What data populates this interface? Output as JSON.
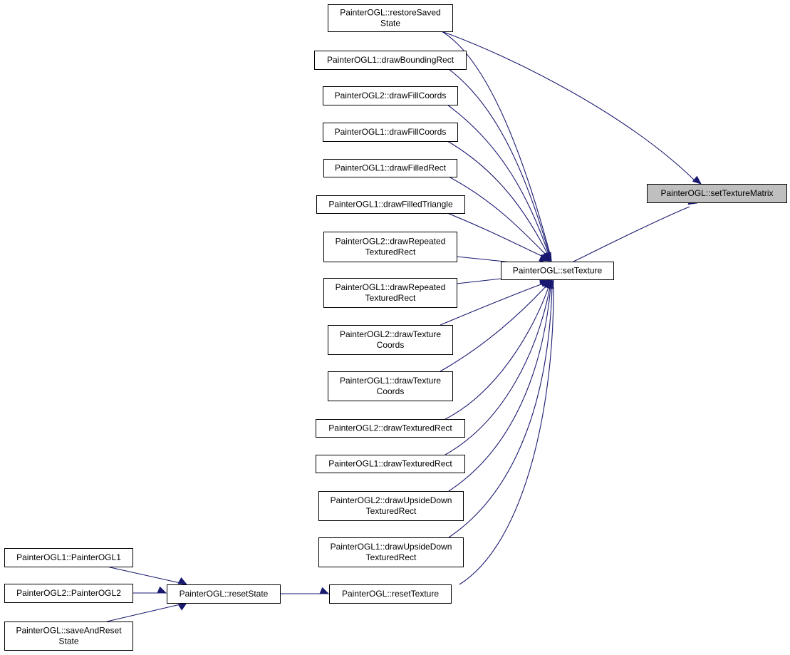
{
  "colors": {
    "edge": "#191970",
    "node_border": "#000000",
    "highlight_fill": "#bfbfbf",
    "background": "#ffffff"
  },
  "nodes": {
    "setTextureMatrix": {
      "lines": [
        "PainterOGL::setTextureMatrix"
      ],
      "highlight": true
    },
    "setTexture": {
      "lines": [
        "PainterOGL::setTexture"
      ]
    },
    "restoreSavedState": {
      "lines": [
        "PainterOGL::restoreSaved",
        "State"
      ]
    },
    "ogl1DrawBoundingRect": {
      "lines": [
        "PainterOGL1::drawBoundingRect"
      ]
    },
    "ogl2DrawFillCoords": {
      "lines": [
        "PainterOGL2::drawFillCoords"
      ]
    },
    "ogl1DrawFillCoords": {
      "lines": [
        "PainterOGL1::drawFillCoords"
      ]
    },
    "ogl1DrawFilledRect": {
      "lines": [
        "PainterOGL1::drawFilledRect"
      ]
    },
    "ogl1DrawFilledTriangle": {
      "lines": [
        "PainterOGL1::drawFilledTriangle"
      ]
    },
    "ogl2DrawRepeatedTexturedRect": {
      "lines": [
        "PainterOGL2::drawRepeated",
        "TexturedRect"
      ]
    },
    "ogl1DrawRepeatedTexturedRect": {
      "lines": [
        "PainterOGL1::drawRepeated",
        "TexturedRect"
      ]
    },
    "ogl2DrawTextureCoords": {
      "lines": [
        "PainterOGL2::drawTexture",
        "Coords"
      ]
    },
    "ogl1DrawTextureCoords": {
      "lines": [
        "PainterOGL1::drawTexture",
        "Coords"
      ]
    },
    "ogl2DrawTexturedRect": {
      "lines": [
        "PainterOGL2::drawTexturedRect"
      ]
    },
    "ogl1DrawTexturedRect": {
      "lines": [
        "PainterOGL1::drawTexturedRect"
      ]
    },
    "ogl2DrawUpsideDownTexturedRect": {
      "lines": [
        "PainterOGL2::drawUpsideDown",
        "TexturedRect"
      ]
    },
    "ogl1DrawUpsideDownTexturedRect": {
      "lines": [
        "PainterOGL1::drawUpsideDown",
        "TexturedRect"
      ]
    },
    "resetTexture": {
      "lines": [
        "PainterOGL::resetTexture"
      ]
    },
    "resetState": {
      "lines": [
        "PainterOGL::resetState"
      ]
    },
    "ogl1Ctor": {
      "lines": [
        "PainterOGL1::PainterOGL1"
      ]
    },
    "ogl2Ctor": {
      "lines": [
        "PainterOGL2::PainterOGL2"
      ]
    },
    "saveAndResetState": {
      "lines": [
        "PainterOGL::saveAndReset",
        "State"
      ]
    }
  },
  "edges": [
    {
      "from": "restoreSavedState",
      "to": "setTextureMatrix"
    },
    {
      "from": "setTexture",
      "to": "setTextureMatrix"
    },
    {
      "from": "restoreSavedState",
      "to": "setTexture"
    },
    {
      "from": "ogl1DrawBoundingRect",
      "to": "setTexture"
    },
    {
      "from": "ogl2DrawFillCoords",
      "to": "setTexture"
    },
    {
      "from": "ogl1DrawFillCoords",
      "to": "setTexture"
    },
    {
      "from": "ogl1DrawFilledRect",
      "to": "setTexture"
    },
    {
      "from": "ogl1DrawFilledTriangle",
      "to": "setTexture"
    },
    {
      "from": "ogl2DrawRepeatedTexturedRect",
      "to": "setTexture"
    },
    {
      "from": "ogl1DrawRepeatedTexturedRect",
      "to": "setTexture"
    },
    {
      "from": "ogl2DrawTextureCoords",
      "to": "setTexture"
    },
    {
      "from": "ogl1DrawTextureCoords",
      "to": "setTexture"
    },
    {
      "from": "ogl2DrawTexturedRect",
      "to": "setTexture"
    },
    {
      "from": "ogl1DrawTexturedRect",
      "to": "setTexture"
    },
    {
      "from": "ogl2DrawUpsideDownTexturedRect",
      "to": "setTexture"
    },
    {
      "from": "ogl1DrawUpsideDownTexturedRect",
      "to": "setTexture"
    },
    {
      "from": "resetTexture",
      "to": "setTexture"
    },
    {
      "from": "resetState",
      "to": "resetTexture"
    },
    {
      "from": "ogl1Ctor",
      "to": "resetState"
    },
    {
      "from": "ogl2Ctor",
      "to": "resetState"
    },
    {
      "from": "saveAndResetState",
      "to": "resetState"
    }
  ]
}
